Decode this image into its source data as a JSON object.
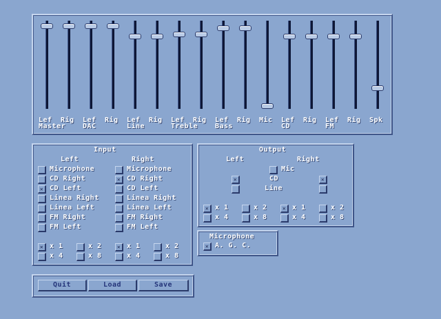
{
  "mixer": {
    "channels": [
      {
        "top": "Lef",
        "bottom": "Master",
        "level": 0.97
      },
      {
        "top": "Rig",
        "bottom": "",
        "level": 0.97
      },
      {
        "top": "Lef",
        "bottom": "DAC",
        "level": 0.97
      },
      {
        "top": "Rig",
        "bottom": "",
        "level": 0.97
      },
      {
        "top": "Lef",
        "bottom": "Line",
        "level": 0.84
      },
      {
        "top": "Rig",
        "bottom": "",
        "level": 0.84
      },
      {
        "top": "Lef",
        "bottom": "Treble",
        "level": 0.87
      },
      {
        "top": "Rig",
        "bottom": "",
        "level": 0.87
      },
      {
        "top": "Lef",
        "bottom": "Bass",
        "level": 0.94
      },
      {
        "top": "Rig",
        "bottom": "",
        "level": 0.94
      },
      {
        "top": "Mic",
        "bottom": "",
        "level": 0.0
      },
      {
        "top": "Lef",
        "bottom": "CD",
        "level": 0.84
      },
      {
        "top": "Rig",
        "bottom": "",
        "level": 0.84
      },
      {
        "top": "Lef",
        "bottom": "FM",
        "level": 0.84
      },
      {
        "top": "Rig",
        "bottom": "",
        "level": 0.84
      },
      {
        "top": "Spk",
        "bottom": "",
        "level": 0.22
      }
    ]
  },
  "input": {
    "title": "Input",
    "left_header": "Left",
    "right_header": "Right",
    "left_sources": [
      {
        "label": "Microphone",
        "checked": false
      },
      {
        "label": "CD Right",
        "checked": false
      },
      {
        "label": "CD Left",
        "checked": true
      },
      {
        "label": "Linea Right",
        "checked": false
      },
      {
        "label": "Linea Left",
        "checked": false
      },
      {
        "label": "FM Right",
        "checked": false
      },
      {
        "label": "FM Left",
        "checked": false
      }
    ],
    "right_sources": [
      {
        "label": "Microphone",
        "checked": false
      },
      {
        "label": "CD Right",
        "checked": true
      },
      {
        "label": "CD Left",
        "checked": false
      },
      {
        "label": "Linea Right",
        "checked": false
      },
      {
        "label": "Linea Left",
        "checked": false
      },
      {
        "label": "FM Right",
        "checked": false
      },
      {
        "label": "FM Left",
        "checked": false
      }
    ],
    "left_gain": [
      {
        "label": "x 1",
        "checked": true
      },
      {
        "label": "x 2",
        "checked": false
      },
      {
        "label": "x 4",
        "checked": false
      },
      {
        "label": "x 8",
        "checked": false
      }
    ],
    "right_gain": [
      {
        "label": "x 1",
        "checked": true
      },
      {
        "label": "x 2",
        "checked": false
      },
      {
        "label": "x 4",
        "checked": false
      },
      {
        "label": "x 8",
        "checked": false
      }
    ]
  },
  "output": {
    "title": "Output",
    "left_header": "Left",
    "right_header": "Right",
    "mic": {
      "label": "Mic",
      "checked": false
    },
    "cd": {
      "label": "CD",
      "left": true,
      "right": true
    },
    "line": {
      "label": "Line",
      "left": false,
      "right": false
    },
    "left_gain": [
      {
        "label": "x 1",
        "checked": true
      },
      {
        "label": "x 2",
        "checked": false
      },
      {
        "label": "x 4",
        "checked": false
      },
      {
        "label": "x 8",
        "checked": false
      }
    ],
    "right_gain": [
      {
        "label": "x 1",
        "checked": true
      },
      {
        "label": "x 2",
        "checked": false
      },
      {
        "label": "x 4",
        "checked": false
      },
      {
        "label": "x 8",
        "checked": false
      }
    ]
  },
  "microphone": {
    "title": "Microphone",
    "agc": {
      "label": "A. G. C.",
      "checked": true
    }
  },
  "buttons": {
    "quit": "Quit",
    "load": "Load",
    "save": "Save"
  }
}
